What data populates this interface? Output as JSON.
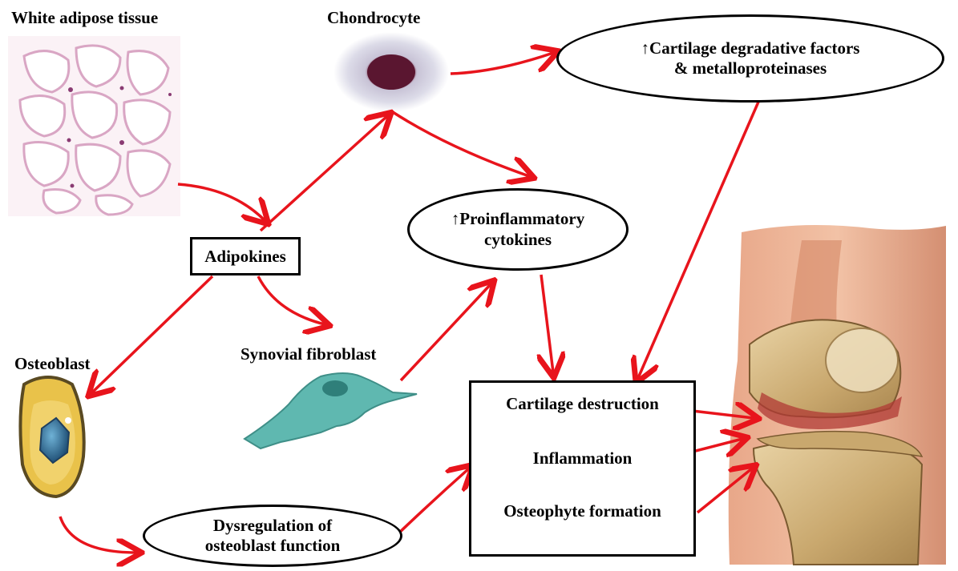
{
  "labels": {
    "white_adipose_tissue": "White adipose tissue",
    "chondrocyte": "Chondrocyte",
    "adipokines": "Adipokines",
    "osteoblast": "Osteoblast",
    "synovial_fibroblast": "Synovial fibroblast"
  },
  "nodes": {
    "cartilage_factors": {
      "arrow": "↑",
      "line1": "Cartilage degradative factors",
      "line2": "& metalloproteinases"
    },
    "proinflammatory": {
      "arrow": "↑",
      "line1": "Proinflammatory",
      "line2": "cytokines"
    },
    "dysregulation": {
      "line1": "Dysregulation of",
      "line2": "osteoblast function"
    }
  },
  "outcomes": {
    "items": [
      "Cartilage destruction",
      "Inflammation",
      "Osteophyte formation"
    ]
  },
  "colors": {
    "arrow": "#e8141c",
    "outline": "#000000",
    "fibroblast": "#5fb8b0",
    "osteoblast": "#e9c24a",
    "osteoblast_nucleus": "#3b7fa6",
    "chondrocyte": "#6a1f3a"
  }
}
